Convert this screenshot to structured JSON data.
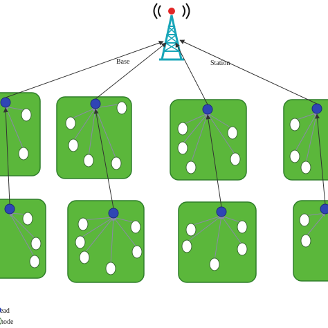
{
  "diagram": {
    "labels": {
      "base": "Base",
      "station": "Station"
    },
    "legend": [
      {
        "text": "ead"
      },
      {
        "text": "node"
      }
    ],
    "colors": {
      "cluster_fill": "#5bb73b",
      "cluster_stroke": "#2f7f2a",
      "cluster_head": "#2f45b5",
      "sensor_node_fill": "#ffffff",
      "sensor_node_stroke": "#3a6b33",
      "tower": "#17a5b8",
      "tower_top": "#e22626",
      "arrow": "#333333",
      "inner_arrow": "#8a8aa8"
    }
  }
}
